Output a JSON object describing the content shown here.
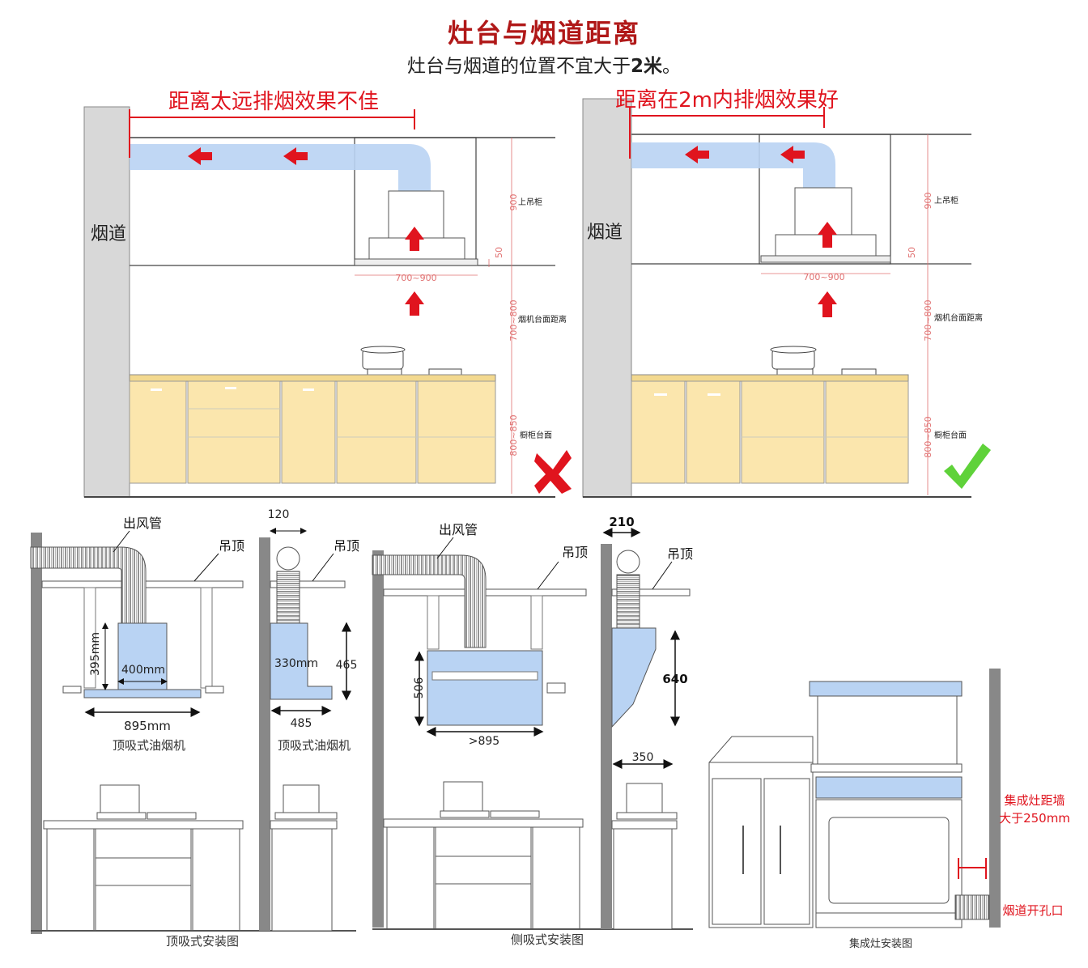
{
  "title": "灶台与烟道距离",
  "subtitle_pre": "灶台与烟道的位置不宜大于",
  "subtitle_bold": "2米",
  "subtitle_post": "。",
  "panel_left": {
    "heading": "距离太远排烟效果不佳",
    "flue_label": "烟道",
    "upper_cabinet": "上吊柜",
    "dim_900": "900",
    "dim_50": "50",
    "dim_700_900": "700~900",
    "dim_700_800": "700~800",
    "hood_counter": "烟机台面距离",
    "dim_800_850": "800~850",
    "cabinet_counter": "橱柜台面"
  },
  "panel_right": {
    "heading": "距离在2m内排烟效果好",
    "flue_label": "烟道",
    "upper_cabinet": "上吊柜",
    "dim_900": "900",
    "dim_50": "50",
    "dim_700_900": "700~900",
    "dim_700_800": "700~800",
    "hood_counter": "烟机台面距离",
    "dim_800_850": "800~850",
    "cabinet_counter": "橱柜台面"
  },
  "top_suction": {
    "duct": "出风管",
    "ceiling": "吊顶",
    "h395": "395mm",
    "w400": "400mm",
    "w895": "895mm",
    "name": "顶吸式油烟机",
    "side_120": "120",
    "side_ceiling": "吊顶",
    "side_330": "330mm",
    "side_465": "465",
    "side_485": "485",
    "side_name": "顶吸式油烟机",
    "caption": "顶吸式安装图"
  },
  "side_suction": {
    "duct": "出风管",
    "ceiling": "吊顶",
    "h506": "506",
    "w895": ">895",
    "side_210": "210",
    "side_ceiling": "吊顶",
    "h640": "640",
    "d350": "350",
    "caption": "侧吸式安装图"
  },
  "integrated": {
    "wall_dist_line1": "集成灶距墙",
    "wall_dist_line2": "大于250mm",
    "flue_opening": "烟道开孔口",
    "caption": "集成灶安装图"
  },
  "colors": {
    "title": "#b01818",
    "red": "#e0141e",
    "blue": "#b9d3f3",
    "cabinet": "#fbe6ad",
    "check": "#5fd23a"
  }
}
